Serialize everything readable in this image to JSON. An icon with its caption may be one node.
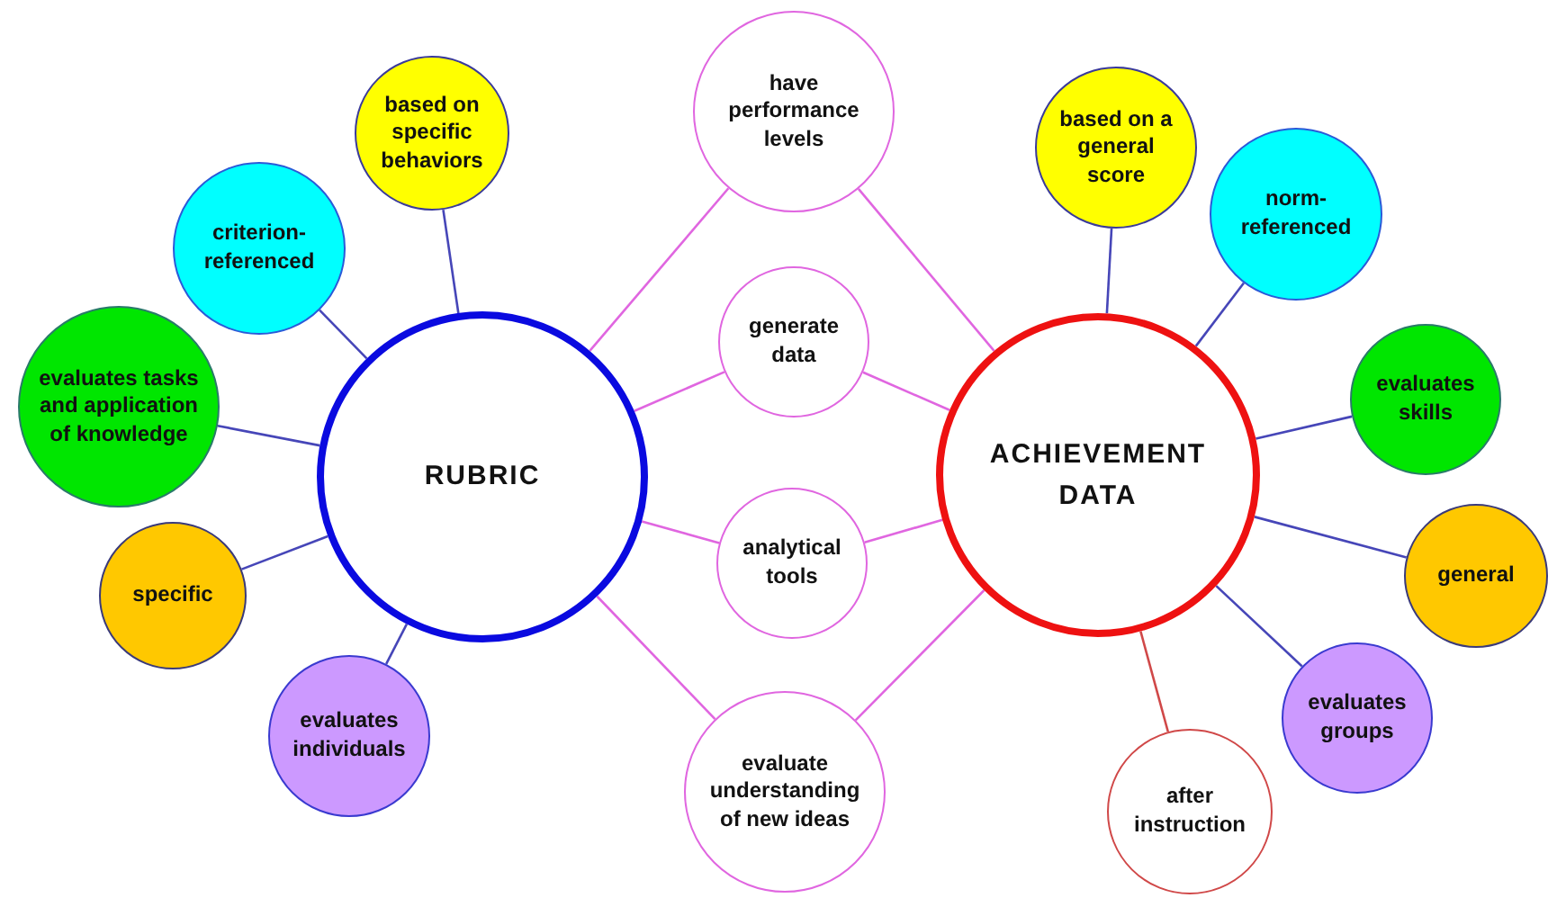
{
  "diagram": {
    "nodes": [
      {
        "text": [
          "based on specific behaviors"
        ]
      },
      {
        "text": [
          "have performance levels"
        ]
      },
      {
        "text": [
          "based on a general score"
        ]
      },
      {
        "text": [
          "norm-referenced"
        ]
      },
      {
        "text": [
          "criterion-referenced"
        ]
      },
      {
        "text": [
          "generate data"
        ]
      },
      {
        "text": [
          "evaluates skills"
        ]
      },
      {
        "text": [
          "evaluates tasks and application of knowledge"
        ]
      },
      {
        "text": [
          "RUBRIC"
        ]
      },
      {
        "text": [
          "ACHIEVEMENT DATA"
        ]
      },
      {
        "text": [
          "general"
        ]
      },
      {
        "text": [
          "analytical tools"
        ]
      },
      {
        "text": [
          "specific"
        ]
      },
      {
        "text": [
          "evaluates groups"
        ]
      },
      {
        "text": [
          "evaluates individuals"
        ]
      },
      {
        "text": [
          "evaluate understanding of new ideas"
        ]
      },
      {
        "text": [
          "after instruction"
        ]
      }
    ],
    "edges": [
      {
        "from": 8,
        "to": 0,
        "arrow": "none"
      },
      {
        "from": 8,
        "to": 4,
        "arrow": "none"
      },
      {
        "from": 8,
        "to": 7,
        "arrow": "none"
      },
      {
        "from": 8,
        "to": 12,
        "arrow": "none"
      },
      {
        "from": 8,
        "to": 14,
        "arrow": "none"
      },
      {
        "from": 8,
        "to": 1,
        "arrow": "none",
        "color": "#e066e0"
      },
      {
        "from": 8,
        "to": 5,
        "arrow": "none",
        "color": "#e066e0"
      },
      {
        "from": 8,
        "to": 11,
        "arrow": "none",
        "color": "#e066e0"
      },
      {
        "from": 8,
        "to": 15,
        "arrow": "none",
        "color": "#e066e0"
      },
      {
        "from": 9,
        "to": 1,
        "arrow": "none",
        "color": "#e066e0"
      },
      {
        "from": 9,
        "to": 5,
        "arrow": "none",
        "color": "#e066e0"
      },
      {
        "from": 9,
        "to": 11,
        "arrow": "none",
        "color": "#e066e0"
      },
      {
        "from": 9,
        "to": 15,
        "arrow": "none",
        "color": "#e066e0"
      },
      {
        "from": 9,
        "to": 2,
        "arrow": "none"
      },
      {
        "from": 9,
        "to": 3,
        "arrow": "none"
      },
      {
        "from": 9,
        "to": 6,
        "arrow": "none"
      },
      {
        "from": 9,
        "to": 10,
        "arrow": "none"
      },
      {
        "from": 9,
        "to": 13,
        "arrow": "none"
      },
      {
        "from": 9,
        "to": 16,
        "arrow": "none",
        "color": "#d04848"
      }
    ]
  }
}
